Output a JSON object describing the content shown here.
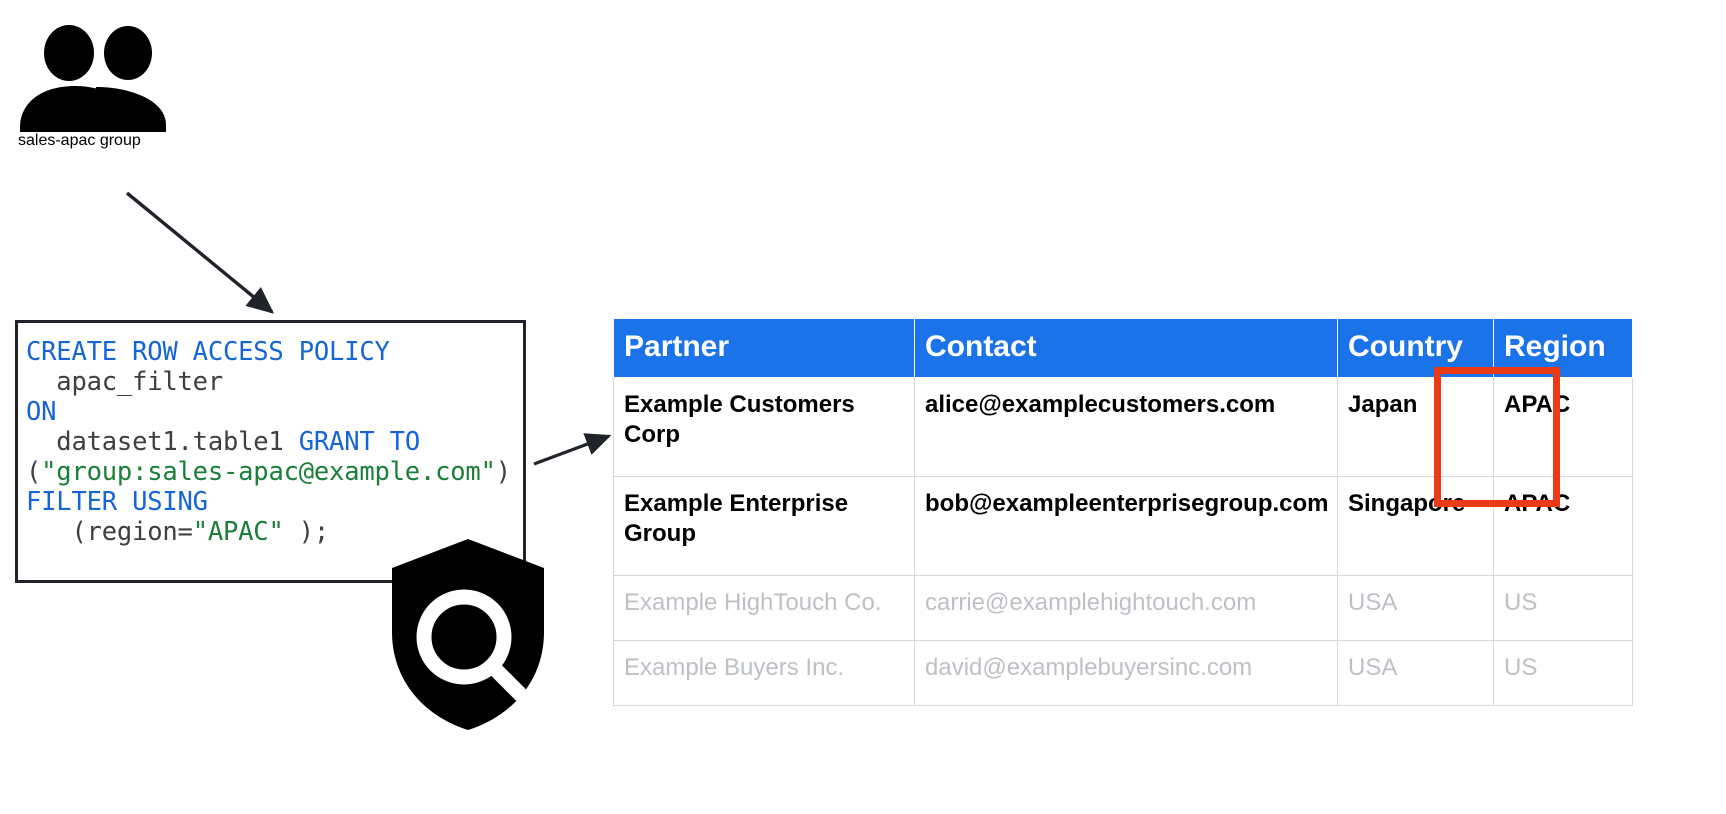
{
  "group": {
    "icon": "people-group-icon",
    "label": "sales-apac group"
  },
  "code_box": {
    "icon": "shield-search-icon",
    "language": "sql",
    "tokens": [
      {
        "t": "CREATE ROW ACCESS POLICY",
        "c": "kw"
      },
      {
        "t": "\n  apac_filter\n",
        "c": "plain"
      },
      {
        "t": "ON",
        "c": "kw"
      },
      {
        "t": "\n  dataset1.table1 ",
        "c": "plain"
      },
      {
        "t": "GRANT TO",
        "c": "kw"
      },
      {
        "t": "\n(",
        "c": "plain"
      },
      {
        "t": "\"group:sales-apac@example.com\"",
        "c": "str"
      },
      {
        "t": ")\n",
        "c": "plain"
      },
      {
        "t": "FILTER USING",
        "c": "kw"
      },
      {
        "t": "\n   (region=",
        "c": "plain"
      },
      {
        "t": "\"APAC\"",
        "c": "str"
      },
      {
        "t": " );",
        "c": "plain"
      }
    ],
    "full_text": "CREATE ROW ACCESS POLICY\n  apac_filter\nON\n  dataset1.table1 GRANT TO\n(\"group:sales-apac@example.com\")\nFILTER USING\n   (region=\"APAC\" );"
  },
  "table": {
    "headers": [
      "Partner",
      "Contact",
      "Country",
      "Region"
    ],
    "rows": [
      {
        "state": "visible",
        "partner": "Example Customers Corp",
        "contact": "alice@examplecustomers.com",
        "country": "Japan",
        "region": "APAC"
      },
      {
        "state": "visible",
        "partner": "Example Enterprise Group",
        "contact": "bob@exampleenterprisegroup.com",
        "country": "Singapore",
        "region": "APAC"
      },
      {
        "state": "filtered-out",
        "partner": "Example HighTouch Co.",
        "contact": "carrie@examplehightouch.com",
        "country": "USA",
        "region": "US"
      },
      {
        "state": "filtered-out",
        "partner": "Example Buyers Inc.",
        "contact": "david@examplebuyersinc.com",
        "country": "USA",
        "region": "US"
      }
    ]
  },
  "colors": {
    "header_blue": "#1a73e8",
    "highlight_red": "#ea3a16",
    "sql_keyword_blue": "#1565d8",
    "sql_string_green": "#1a7f37",
    "sql_plain_gray": "#3c4043",
    "dimmed_gray": "#bdc1c6",
    "cell_border": "#d6d8da",
    "box_border": "#20232a"
  }
}
